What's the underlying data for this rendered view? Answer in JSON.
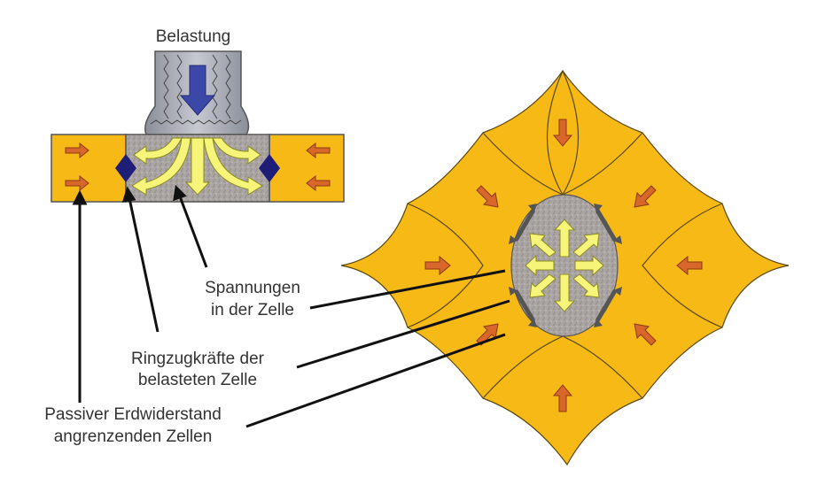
{
  "labels": {
    "load": "Belastung",
    "stresses_line1": "Spannungen",
    "stresses_line2": "in der Zelle",
    "hoop_line1": "Ringzugkräfte der",
    "hoop_line2": "belasteten Zelle",
    "passive_line1": "Passiver Erdwiderstand",
    "passive_line2": "angrenzenden Zellen"
  },
  "colors": {
    "cell_yellow": "#f7b916",
    "infill_gray": "#a8a2a0",
    "load_arrow_blue": "#3c48a8",
    "radial_arrow_yellow": "#f6f57a",
    "passive_arrow_orange": "#d9662a",
    "hoop_arrow_dark": "#1e1e78"
  }
}
